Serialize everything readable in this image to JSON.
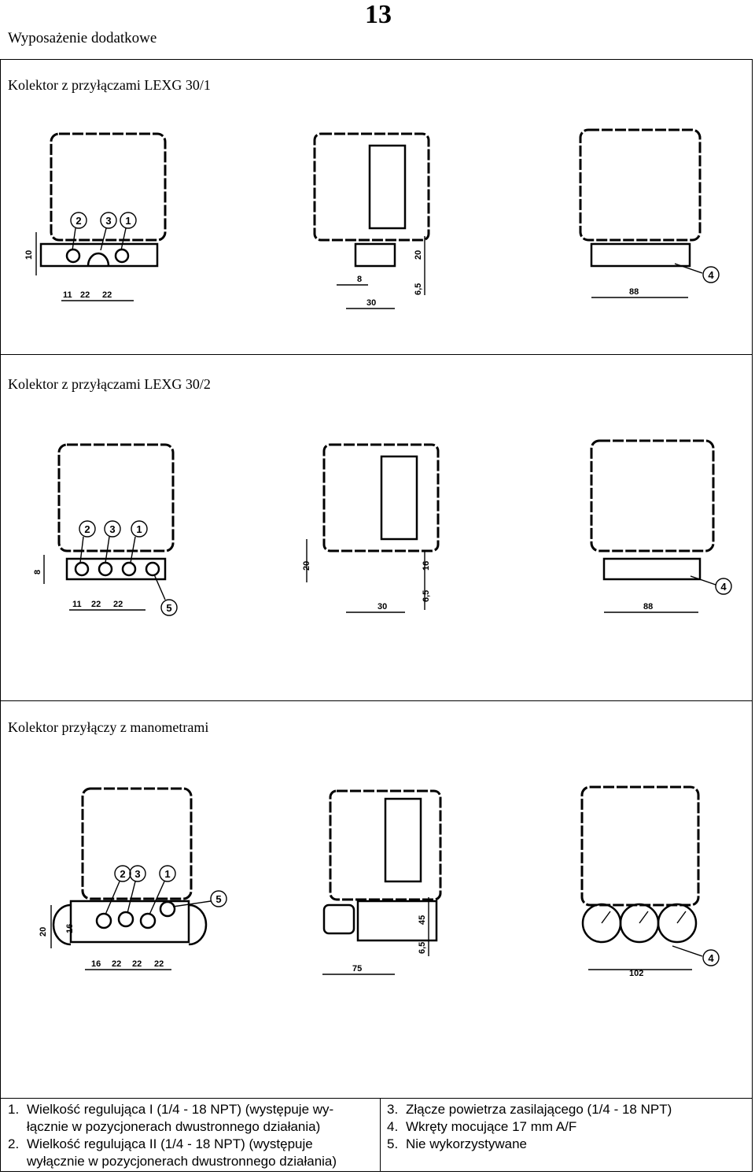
{
  "page": {
    "number": "13",
    "header": "Wyposażenie dodatkowe"
  },
  "sections": [
    {
      "title": "Kolektor z przyłączami LEXG 30/1"
    },
    {
      "title": "Kolektor z przyłączami LEXG 30/2"
    },
    {
      "title": "Kolektor przyłączy z manometrami"
    }
  ],
  "drawing_labels": {
    "s1": {
      "d10": "10",
      "d11": "11",
      "d22a": "22",
      "d22b": "22",
      "d20": "20",
      "d8": "8",
      "d30": "30",
      "d65": "6,5",
      "d88": "88",
      "c1": "1",
      "c2": "2",
      "c3": "3",
      "c4": "4"
    },
    "s2": {
      "d8": "8",
      "d11": "11",
      "d22a": "22",
      "d22b": "22",
      "d20": "20",
      "d16": "16",
      "d30": "30",
      "d65": "6,5",
      "d88": "88",
      "c1": "1",
      "c2": "2",
      "c3": "3",
      "c4": "4",
      "c5": "5"
    },
    "s3": {
      "d20": "20",
      "d16": "16",
      "d22a": "22",
      "d22b": "22",
      "d22c": "22",
      "d45": "45",
      "d75": "75",
      "d65": "6,5",
      "d102": "102",
      "c1": "1",
      "c2": "2",
      "c3": "3",
      "c4": "4",
      "c5": "5"
    }
  },
  "legend": {
    "left": [
      {
        "n": "1.",
        "text": "Wielkość regulująca I (1/4 - 18 NPT) (występuje wy-łącznie w pozycjonerach dwustronnego działania)"
      },
      {
        "n": "2.",
        "text": "Wielkość regulująca II (1/4 - 18 NPT) (występuje wyłącznie w pozycjonerach dwustronnego działania)"
      }
    ],
    "right": [
      {
        "n": "3.",
        "text": "Złącze powietrza zasilającego (1/4 - 18 NPT)"
      },
      {
        "n": "4.",
        "text": "Wkręty mocujące 17 mm A/F"
      },
      {
        "n": "5.",
        "text": "Nie wykorzystywane"
      }
    ]
  }
}
